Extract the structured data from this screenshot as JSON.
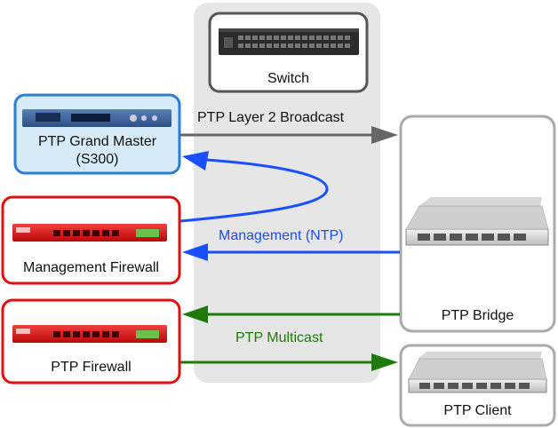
{
  "nodes": {
    "switch": {
      "label": "Switch"
    },
    "grand_master": {
      "label_line1": "PTP Grand Master",
      "label_line2": "(S300)"
    },
    "mgmt_firewall": {
      "label": "Management Firewall"
    },
    "ptp_firewall": {
      "label": "PTP Firewall"
    },
    "ptp_bridge": {
      "label": "PTP Bridge"
    },
    "ptp_client": {
      "label": "PTP Client"
    }
  },
  "edges": {
    "layer2": {
      "label": "PTP Layer 2 Broadcast",
      "color": "#666666"
    },
    "ntp": {
      "label": "Management (NTP)",
      "color": "#1a4fff"
    },
    "multicast": {
      "label": "PTP Multicast",
      "color": "#1f7a0c"
    }
  },
  "colors": {
    "switch_border": "#555555",
    "grand_master_border": "#2a7fd4",
    "grand_master_fill": "#d6eaf8",
    "firewall_border": "#e01010",
    "server_border": "#aaaaaa",
    "band_fill": "#e6e6e6"
  }
}
